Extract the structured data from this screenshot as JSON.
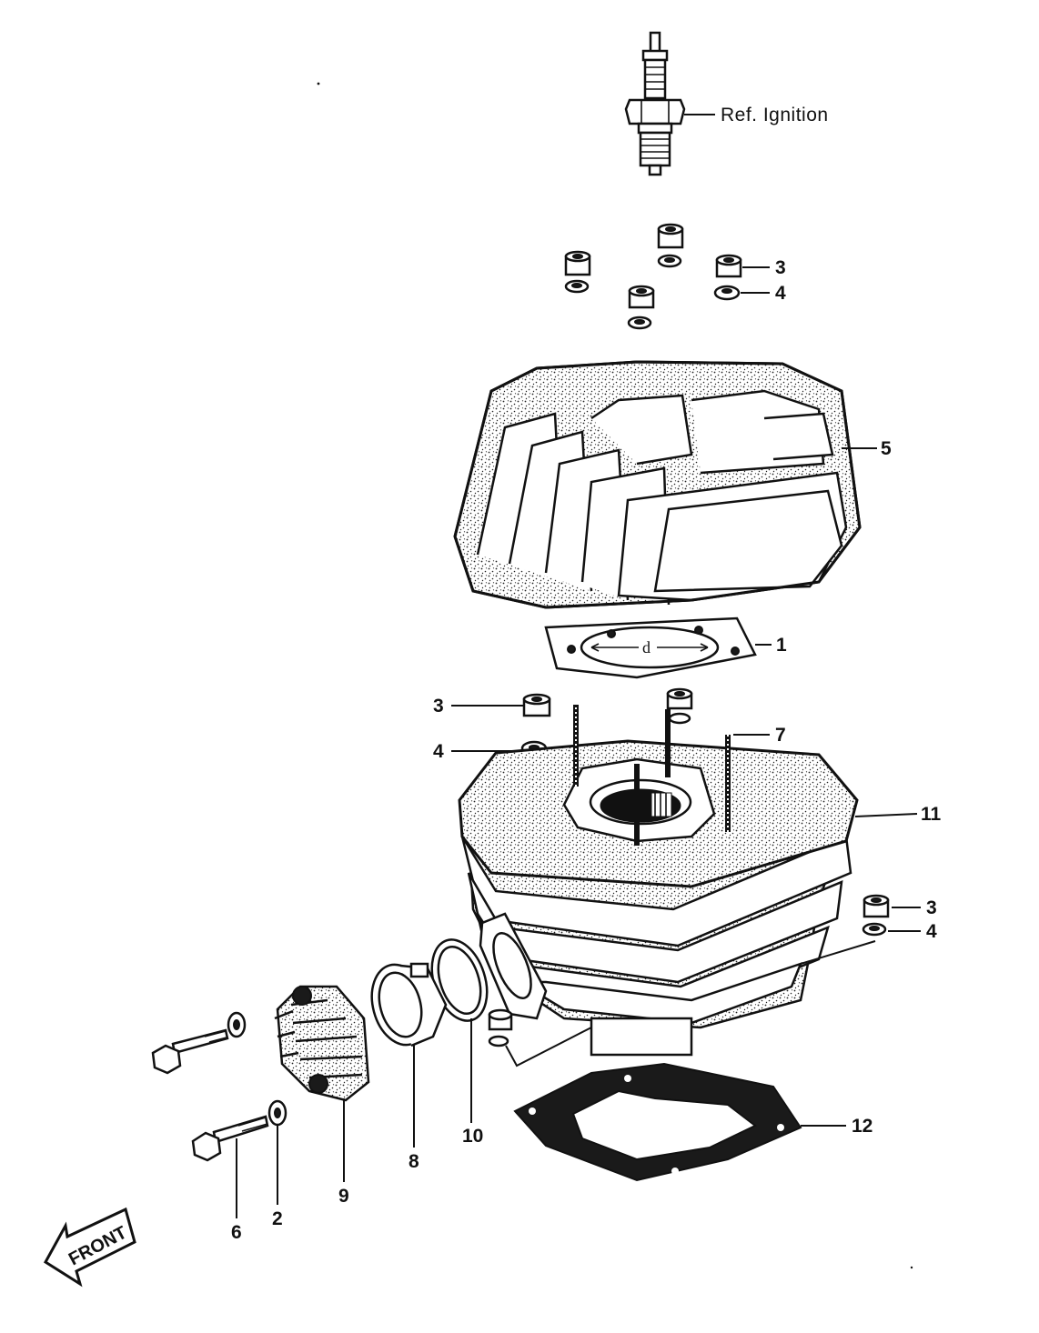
{
  "callouts": {
    "ref_ignition": "Ref. Ignition",
    "c1": "1",
    "c2": "2",
    "c3_top": "3",
    "c4_top": "4",
    "c3_left": "3",
    "c4_left": "4",
    "c3_right": "3",
    "c4_right": "4",
    "c5": "5",
    "c6": "6",
    "c7": "7",
    "c8": "8",
    "c9": "9",
    "c10": "10",
    "c11": "11",
    "c12": "12"
  },
  "gasket_dimension_label": "d",
  "front_label": "FRONT",
  "colors": {
    "line": "#111111",
    "background": "#ffffff"
  }
}
